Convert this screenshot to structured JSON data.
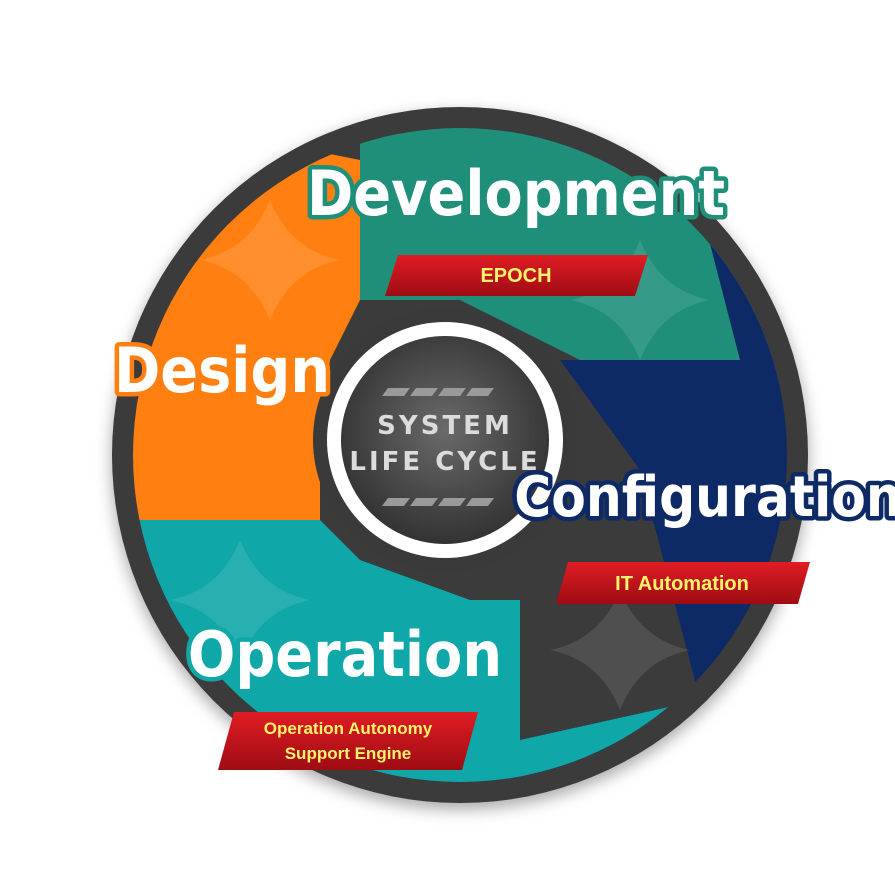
{
  "hub": {
    "line1": "SYSTEM",
    "line2": "LIFE CYCLE"
  },
  "phases": {
    "development": {
      "title": "Development",
      "tag": "EPOCH"
    },
    "design": {
      "title": "Design"
    },
    "configuration": {
      "title": "Configuration",
      "tag": "IT Automation"
    },
    "operation": {
      "title": "Operation",
      "tag_line1": "Operation Autonomy",
      "tag_line2": "Support Engine"
    }
  },
  "colors": {
    "ring": "#3a3a3a",
    "development": "#1f8f7a",
    "design": "#ff7f11",
    "configuration": "#0e2a66",
    "operation": "#10a7a8",
    "tag": "#c0101a",
    "tag_text": "#fff36a",
    "hub": "#4a4a4a"
  }
}
